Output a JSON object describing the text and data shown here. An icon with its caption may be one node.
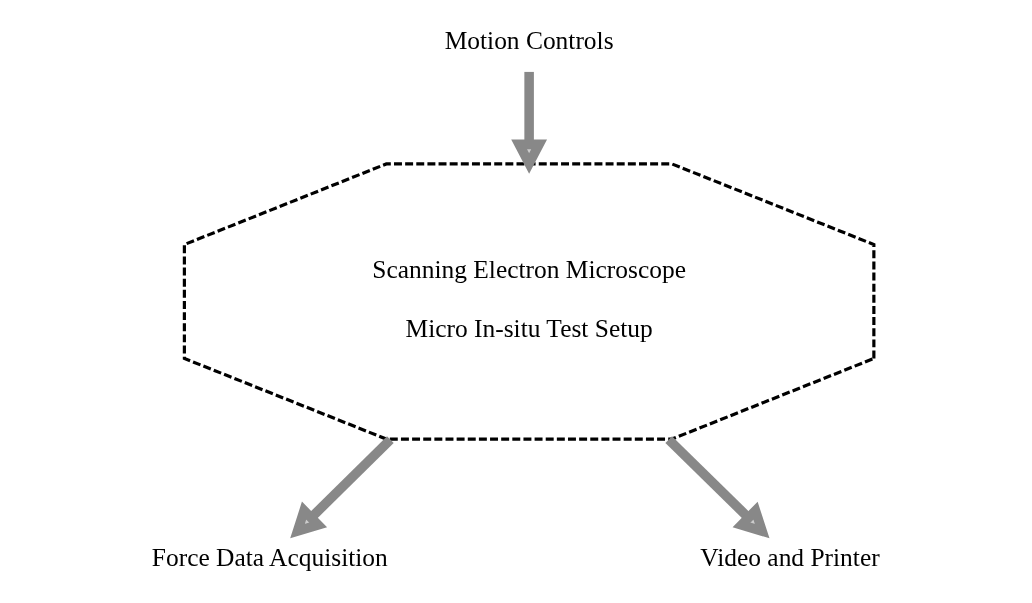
{
  "diagram": {
    "nodes": [
      {
        "text": [
          "Motion Controls"
        ]
      },
      {
        "text": [
          "Scanning Electron Microscope",
          "Micro In-situ Test Setup"
        ]
      },
      {
        "text": [
          "Force Data Acquisition"
        ]
      },
      {
        "text": [
          "Video and Printer"
        ]
      }
    ],
    "edges": [
      {
        "from": 0,
        "to": 1,
        "arrow": "to"
      },
      {
        "from": 1,
        "to": 2,
        "arrow": "to"
      },
      {
        "from": 1,
        "to": 3,
        "arrow": "to"
      }
    ]
  }
}
